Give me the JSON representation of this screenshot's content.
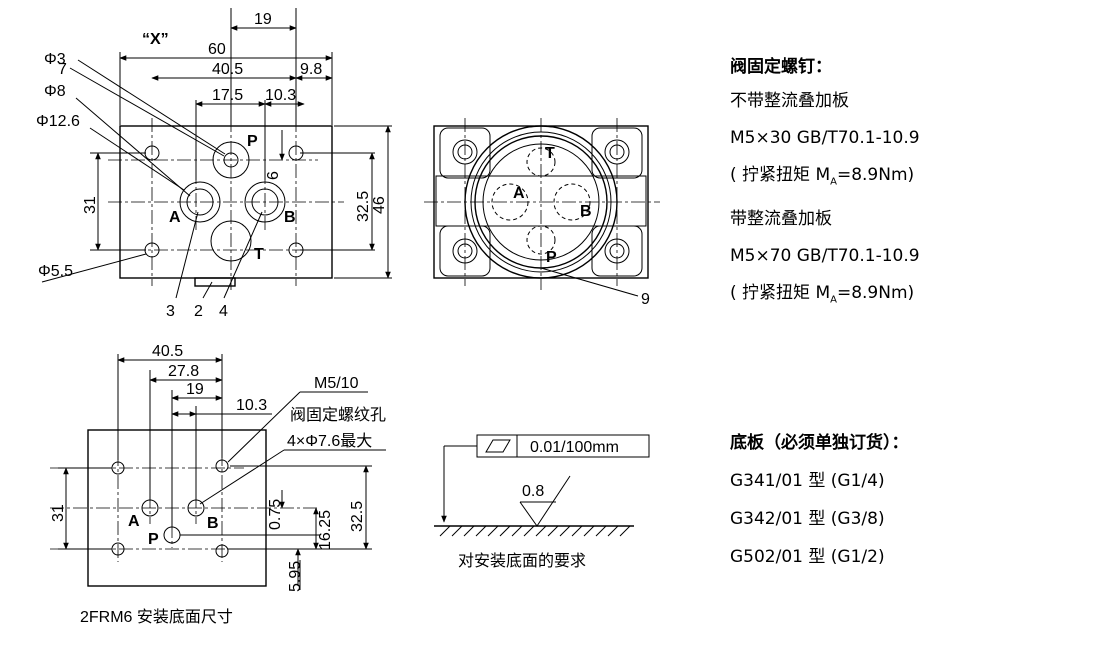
{
  "top_view": {
    "view_mark": "“X”",
    "dims": {
      "d19": "19",
      "d60": "60",
      "d40_5": "40.5",
      "d9_8": "9.8",
      "d17_5": "17.5",
      "d10_3": "10.3",
      "d6": "6",
      "d31": "31",
      "d32_5": "32.5",
      "d46": "46"
    },
    "callouts": {
      "phi3": "Φ3",
      "phi8": "Φ8",
      "phi12_6": "Φ12.6",
      "phi5_5": "Φ5.5",
      "n7": "7",
      "n3": "3",
      "n2": "2",
      "n4": "4"
    },
    "ports": {
      "p": "P",
      "a": "A",
      "b": "B",
      "t": "T"
    }
  },
  "front_view": {
    "ports": {
      "t": "T",
      "a": "A",
      "b": "B",
      "p": "P"
    },
    "callout": "9"
  },
  "base_view": {
    "dims": {
      "d40_5": "40.5",
      "d27_8": "27.8",
      "d19": "19",
      "d10_3": "10.3",
      "d31": "31",
      "d0_75": "0.75",
      "d16_25": "16.25",
      "d32_5": "32.5",
      "d5_95": "5.95"
    },
    "thread": "M5/10",
    "note1": "阀固定螺纹孔",
    "note2": "4×Φ7.6最大",
    "ports": {
      "a": "A",
      "b": "B",
      "p": "P"
    },
    "caption": "2FRM6 安装底面尺寸"
  },
  "surface": {
    "flatness": "0.01/100mm",
    "roughness": "0.8",
    "caption": "对安装底面的要求"
  },
  "notes": {
    "heading": "阀固定螺钉：",
    "line1": "不带整流叠加板",
    "line2": "M5×30  GB/T70.1-10.9",
    "torque1_prefix": "( 拧紧扭矩 M",
    "torque1_sub": "A",
    "torque1_suffix": "=8.9Nm)",
    "line3": "带整流叠加板",
    "line4": "M5×70  GB/T70.1-10.9",
    "torque2_prefix": "( 拧紧扭矩 M",
    "torque2_sub": "A",
    "torque2_suffix": "=8.9Nm)"
  },
  "base_plates": {
    "heading": "底板（必须单独订货）：",
    "items": [
      "G341/01 型 (G1/4)",
      "G342/01 型 (G3/8)",
      "G502/01 型 (G1/2)"
    ]
  }
}
